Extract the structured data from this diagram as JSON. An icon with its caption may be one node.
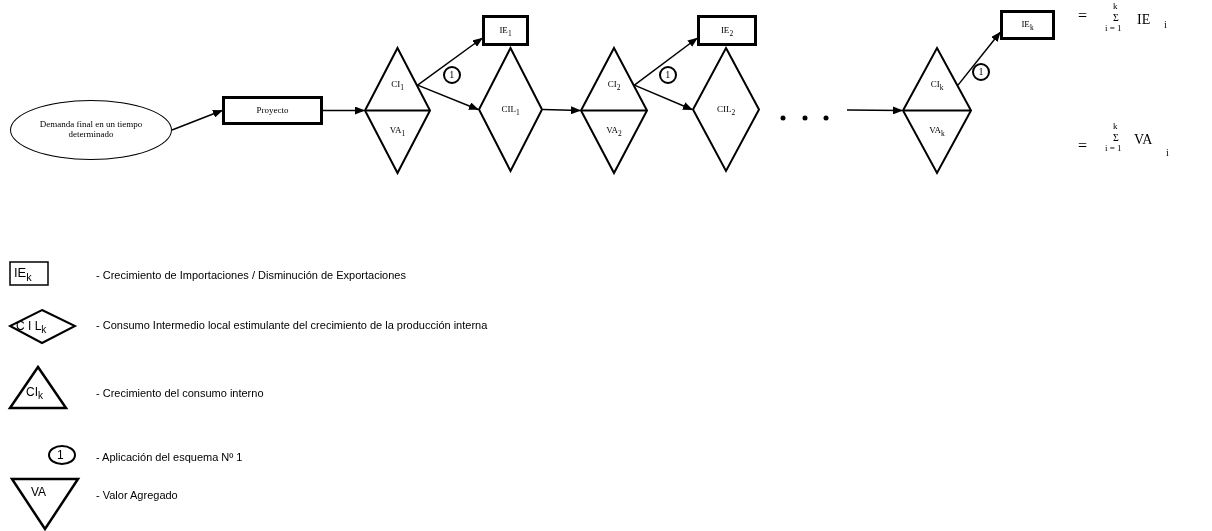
{
  "diagram": {
    "nodes": [
      {
        "text": [
          "Demanda final en un tiempo determinado"
        ]
      },
      {
        "text": [
          "Proyecto"
        ]
      },
      {
        "text": [
          "CI$_{1}$",
          "VA$_{1}$"
        ]
      },
      {
        "text": [
          "IE$_{1}$"
        ]
      },
      {
        "text": [
          "CIL$_{1}$"
        ]
      },
      {
        "text": [
          "CI$_{2}$",
          "VA$_{2}$"
        ]
      },
      {
        "text": [
          "IE$_{2}$"
        ]
      },
      {
        "text": [
          "CIL$_{2}$"
        ]
      },
      {
        "text": [
          "CI$_{k}$",
          "VA$_{k}$"
        ]
      },
      {
        "text": [
          "IE$_{k}$"
        ]
      }
    ],
    "edges": [
      {
        "from": 0,
        "to": 1,
        "arrow": "to"
      },
      {
        "from": 1,
        "to": 2,
        "arrow": "to"
      },
      {
        "from": 2,
        "to": 3,
        "arrow": "to",
        "label": "1"
      },
      {
        "from": 2,
        "to": 4,
        "arrow": "to"
      },
      {
        "from": 4,
        "to": 5,
        "arrow": "to"
      },
      {
        "from": 5,
        "to": 6,
        "arrow": "to",
        "label": "1"
      },
      {
        "from": 5,
        "to": 7,
        "arrow": "to"
      },
      {
        "from": null,
        "to": 8,
        "arrow": "to"
      },
      {
        "from": 8,
        "to": 9,
        "arrow": "to",
        "label": "1"
      }
    ],
    "labels": [
      "=",
      "k",
      "Σ",
      "i = 1",
      "IE",
      "i",
      "=",
      "k",
      "Σ",
      "i = 1",
      "VA",
      "i",
      "IE$_{k}$",
      "C I L$_{k}$",
      "CI$_{k}$",
      "1",
      "VA"
    ],
    "legend": [
      {
        "text": "- Crecimiento de Importaciones / Disminución de Exportaciones"
      },
      {
        "text": "- Consumo Intermedio local estimulante del crecimiento de la producción interna"
      },
      {
        "text": "- Crecimiento del consumo interno"
      },
      {
        "text": "- Aplicación del esquema Nº 1"
      },
      {
        "text": "- Valor Agregado"
      }
    ]
  }
}
